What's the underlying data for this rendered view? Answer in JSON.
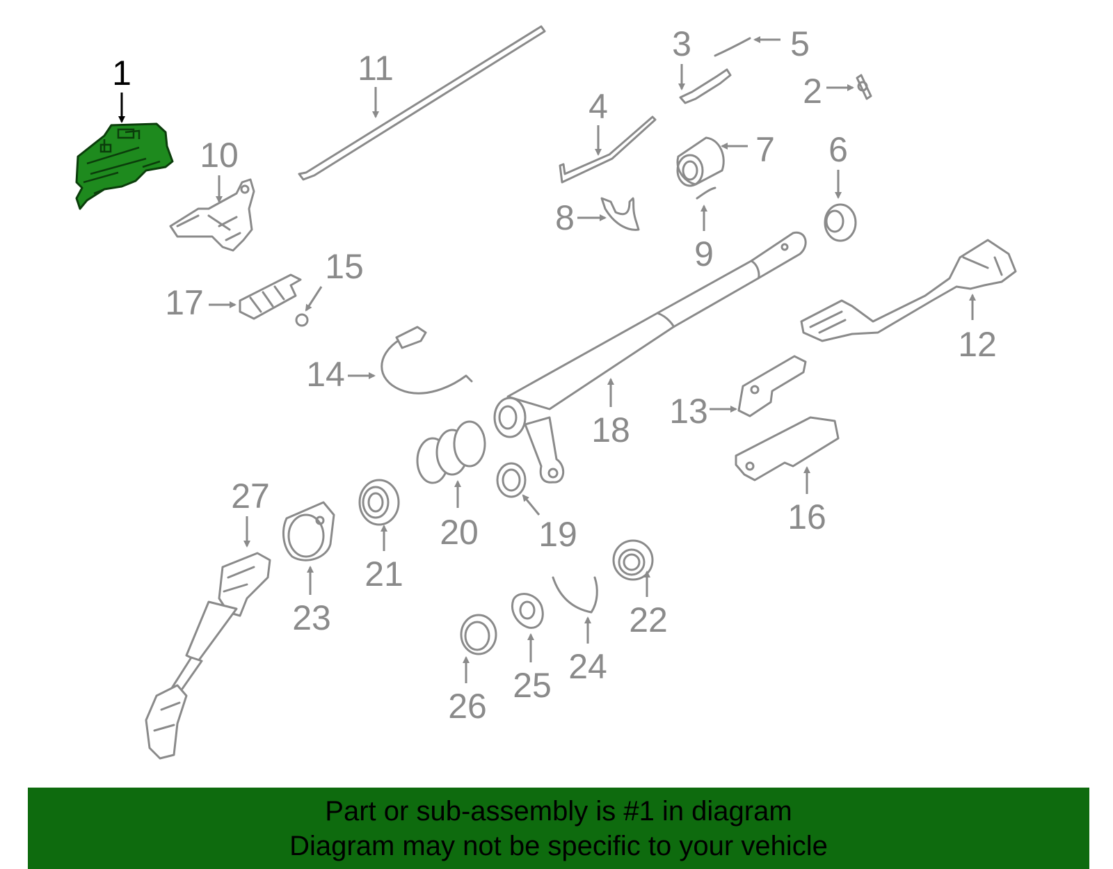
{
  "diagram": {
    "highlight_color": "#1e8a1e",
    "part_color": "#8a8a8a",
    "callouts": [
      "1",
      "2",
      "3",
      "4",
      "5",
      "6",
      "7",
      "8",
      "9",
      "10",
      "11",
      "12",
      "13",
      "14",
      "15",
      "16",
      "17",
      "18",
      "19",
      "20",
      "21",
      "22",
      "23",
      "24",
      "25",
      "26",
      "27"
    ],
    "highlighted_callout": "1"
  },
  "banner": {
    "line1": "Part or sub-assembly is #1 in diagram",
    "line2": "Diagram may not be specific to your vehicle",
    "background": "#0e6b0e"
  }
}
